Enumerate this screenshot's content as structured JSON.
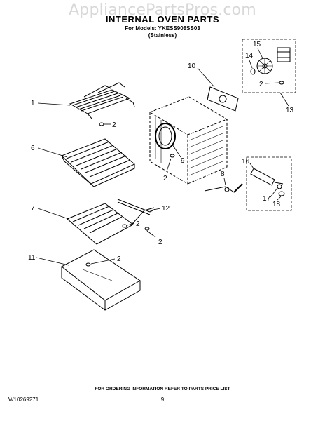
{
  "watermark": "AppliancePartsPros.com",
  "title": "INTERNAL OVEN PARTS",
  "models_line": "For Models: YKESS908SS03",
  "finish_line": "(Stainless)",
  "footer_note": "FOR ORDERING INFORMATION REFER TO PARTS PRICE LIST",
  "document_number": "W10269271",
  "page_number": "9",
  "callouts": {
    "c1": "1",
    "c2a": "2",
    "c2b": "2",
    "c2c": "2",
    "c2d": "2",
    "c2e": "2",
    "c2f": "2",
    "c6": "6",
    "c7": "7",
    "c8": "8",
    "c9": "9",
    "c10": "10",
    "c11": "11",
    "c12": "12",
    "c13": "13",
    "c14": "14",
    "c15": "15",
    "c16": "16",
    "c17": "17",
    "c18": "18"
  }
}
